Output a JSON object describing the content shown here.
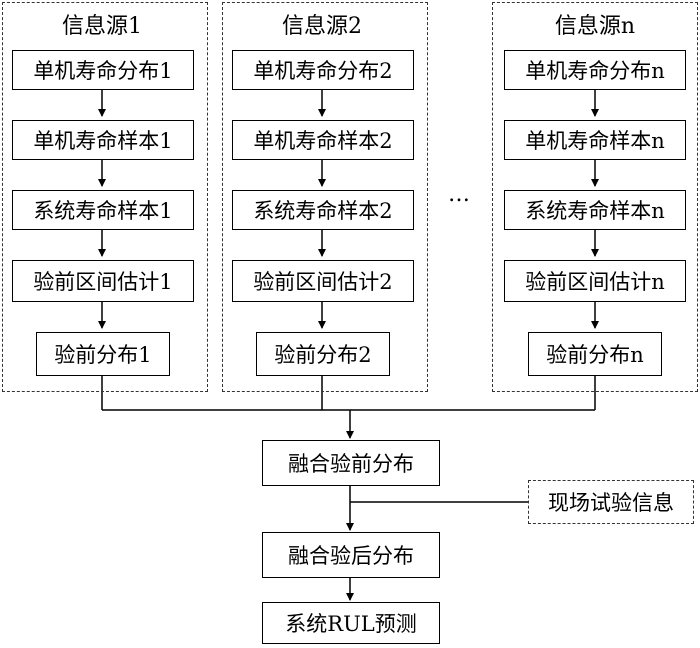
{
  "sources": [
    {
      "title": "信息源1",
      "steps": [
        "单机寿命分布1",
        "单机寿命样本1",
        "系统寿命样本1",
        "验前区间估计1"
      ],
      "prior": "验前分布1"
    },
    {
      "title": "信息源2",
      "steps": [
        "单机寿命分布2",
        "单机寿命样本2",
        "系统寿命样本2",
        "验前区间估计2"
      ],
      "prior": "验前分布2"
    },
    {
      "title": "信息源n",
      "steps": [
        "单机寿命分布n",
        "单机寿命样本n",
        "系统寿命样本n",
        "验前区间估计n"
      ],
      "prior": "验前分布n"
    }
  ],
  "ellipsis": "…",
  "fusion_prior": "融合验前分布",
  "field_test": "现场试验信息",
  "fusion_posterior": "融合验后分布",
  "rul_prediction": "系统RUL预测"
}
